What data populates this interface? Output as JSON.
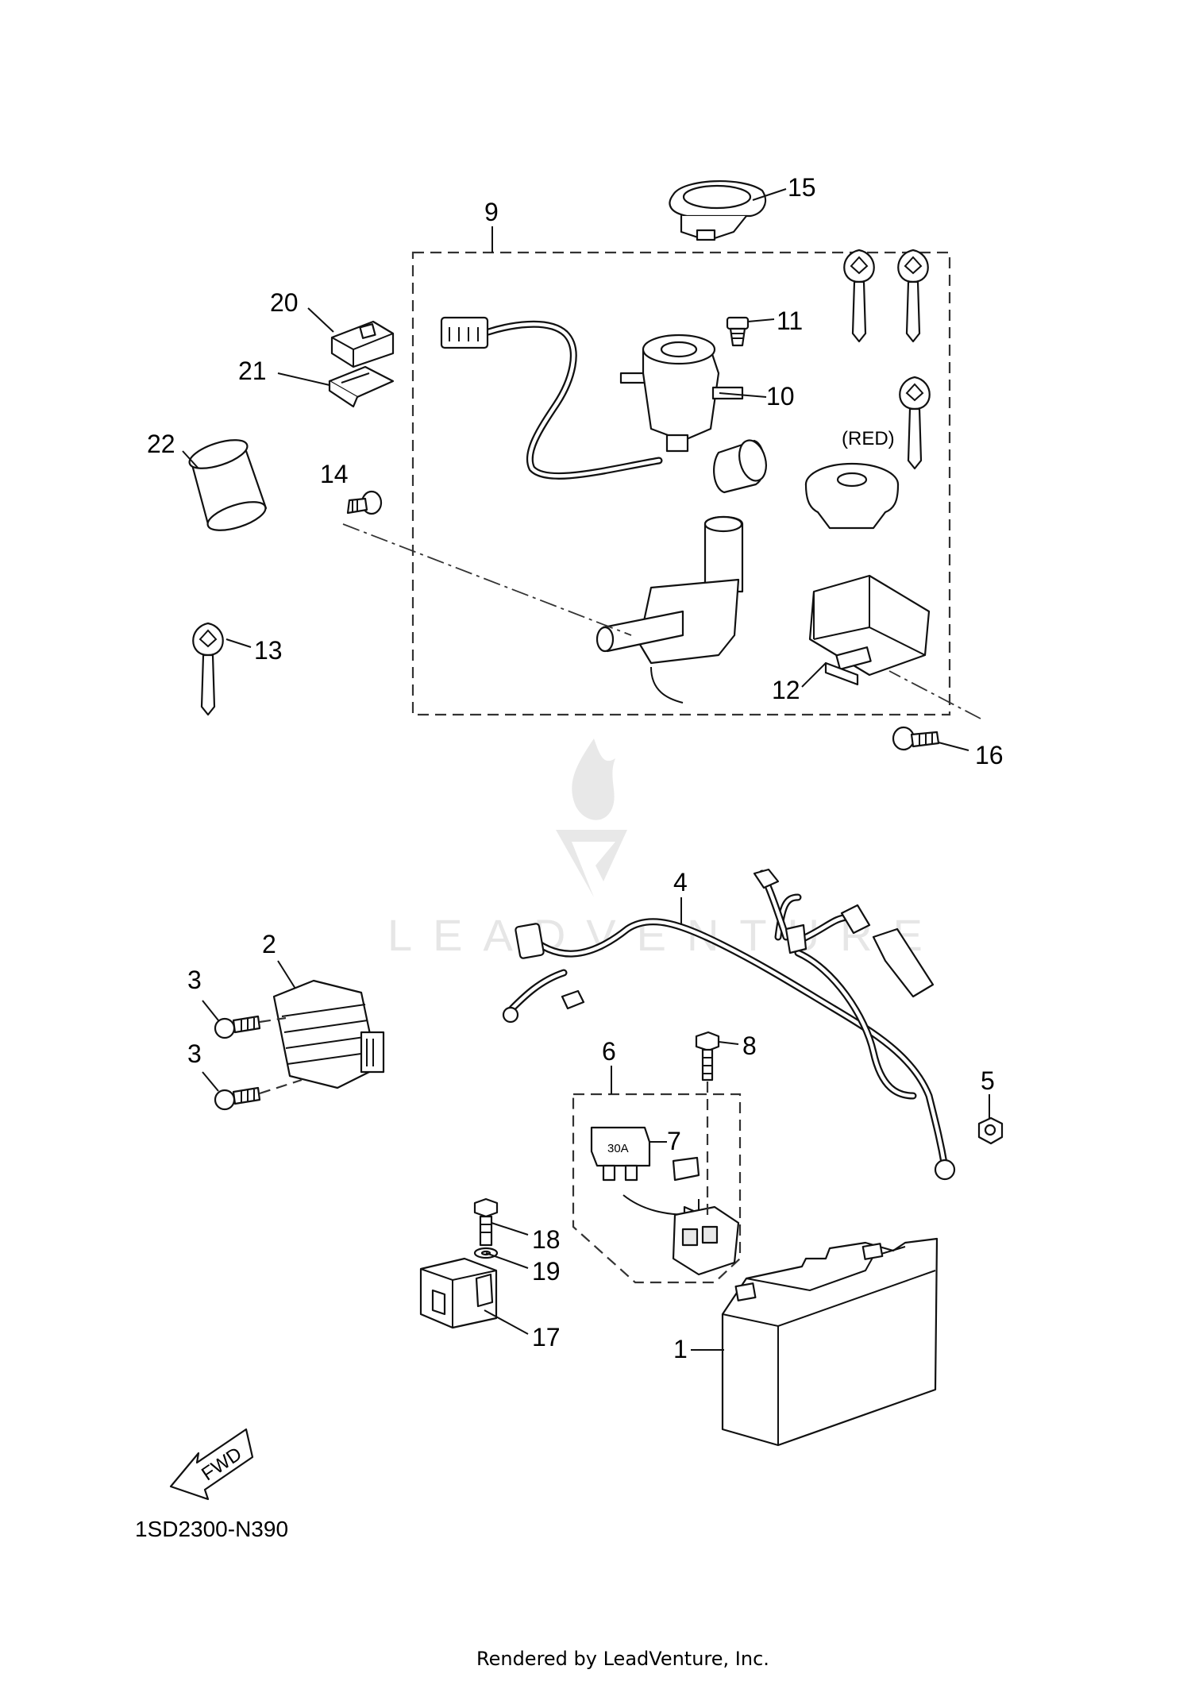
{
  "diagram": {
    "code": "1SD2300-N390",
    "footer": "Rendered by LeadVenture, Inc.",
    "watermark": "LEADVENTURE",
    "direction_badge": "FWD",
    "fuse_rating": "30A",
    "key_note": "(RED)",
    "callouts": [
      "1",
      "2",
      "3",
      "3",
      "4",
      "5",
      "6",
      "7",
      "8",
      "9",
      "10",
      "11",
      "12",
      "13",
      "14",
      "15",
      "16",
      "17",
      "18",
      "19",
      "20",
      "21",
      "22"
    ]
  }
}
